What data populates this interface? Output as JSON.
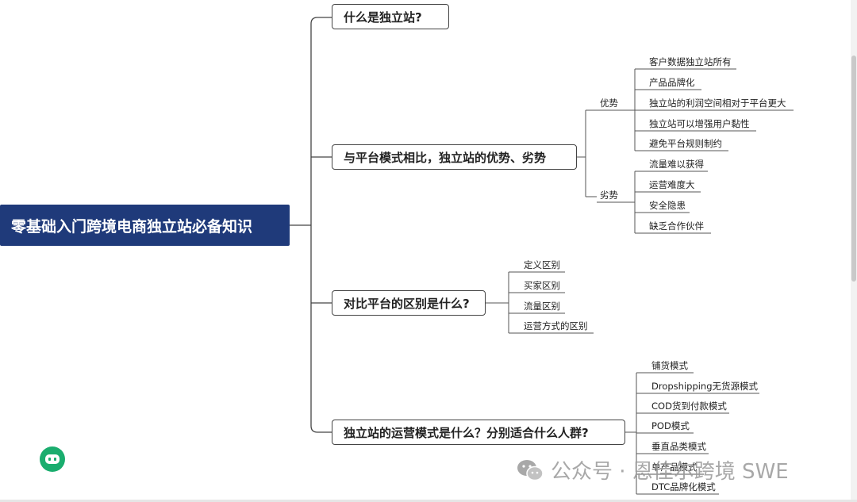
{
  "root": {
    "title": "零基础入门跨境电商独立站必备知识"
  },
  "topics": {
    "what": "什么是独立站?",
    "compare": "与平台模式相比，独立站的优势、劣势",
    "diff": "对比平台的区别是什么?",
    "modes": "独立站的运营模式是什么？分别适合什么人群?"
  },
  "compare": {
    "advantages": {
      "label": "优势",
      "items": [
        "客户数据独立站所有",
        "产品品牌化",
        "独立站的利润空间相对于平台更大",
        "独立站可以增强用户黏性",
        "避免平台规则制约"
      ]
    },
    "disadvantages": {
      "label": "劣势",
      "items": [
        "流量难以获得",
        "运营难度大",
        "安全隐患",
        "缺乏合作伙伴"
      ]
    }
  },
  "diff": {
    "items": [
      "定义区别",
      "买家区别",
      "流量区别",
      "运营方式的区别"
    ]
  },
  "modes": {
    "items": [
      "铺货模式",
      "Dropshipping无货源模式",
      "COD货到付款模式",
      "POD模式",
      "垂直品类模式",
      "单产品模式",
      "DTC品牌化模式"
    ]
  },
  "watermark": {
    "text": "公众号 · 恩佳尔跨境 SWE",
    "icon": "wechat-icon"
  },
  "assistant": {
    "icon": "robot-icon"
  }
}
